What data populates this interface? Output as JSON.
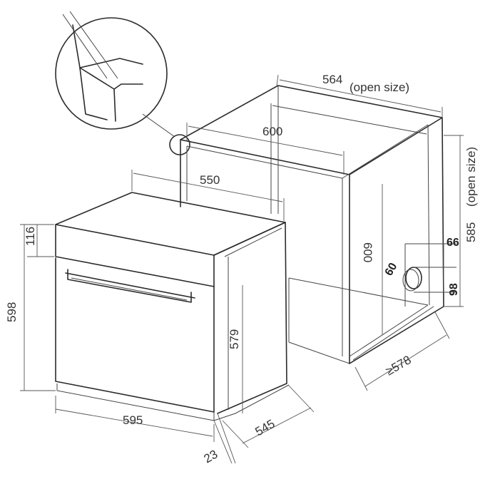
{
  "dimensions": {
    "niche_width_open": "564",
    "open_size_label": "(open size)",
    "niche_width": "600",
    "oven_depth_top": "550",
    "front_panel_height": "116",
    "oven_height": "598",
    "door_height": "579",
    "oven_width": "595",
    "oven_depth": "545",
    "door_thickness": "23",
    "niche_height": "600",
    "niche_height_open": "585",
    "cutout_offset": "66",
    "cutout_height": "98",
    "cutout_diameter": "60",
    "niche_depth_min": "≥578"
  }
}
